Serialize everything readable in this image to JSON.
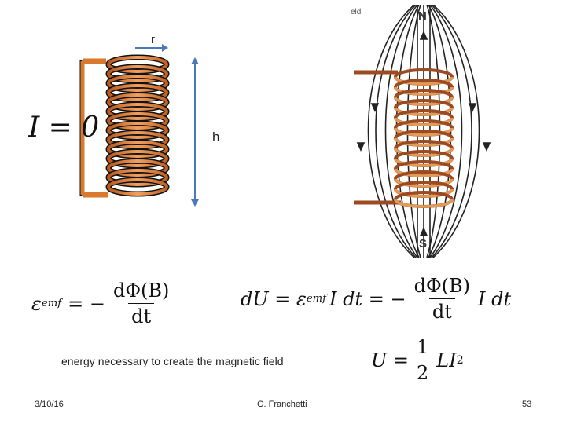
{
  "slide": {
    "current_label": "I = 0",
    "radius_label": "r",
    "height_label": "h",
    "field_label_partial": "eld",
    "north_label": "N",
    "south_label": "S",
    "energy_caption": "energy necessary to create the magnetic field",
    "equations": {
      "emf_lhs": "ε",
      "emf_sub": "emf",
      "emf_eq": "= −",
      "frac_num": "dΦ(B)",
      "frac_den": "dt",
      "du_lhs": "dU = ε",
      "du_mid": "I dt = −",
      "du_tail": "I dt",
      "u_lhs": "U =",
      "u_num": "1",
      "u_den": "2",
      "u_rhs": "LI",
      "u_exp": "2"
    }
  },
  "footer": {
    "date": "3/10/16",
    "author": "G. Franchetti",
    "page": "53"
  },
  "colors": {
    "coil_copper": "#d9782f",
    "coil_dark": "#8a3d12",
    "field_lines": "#222222",
    "arrow_blue": "#4a78b8"
  }
}
